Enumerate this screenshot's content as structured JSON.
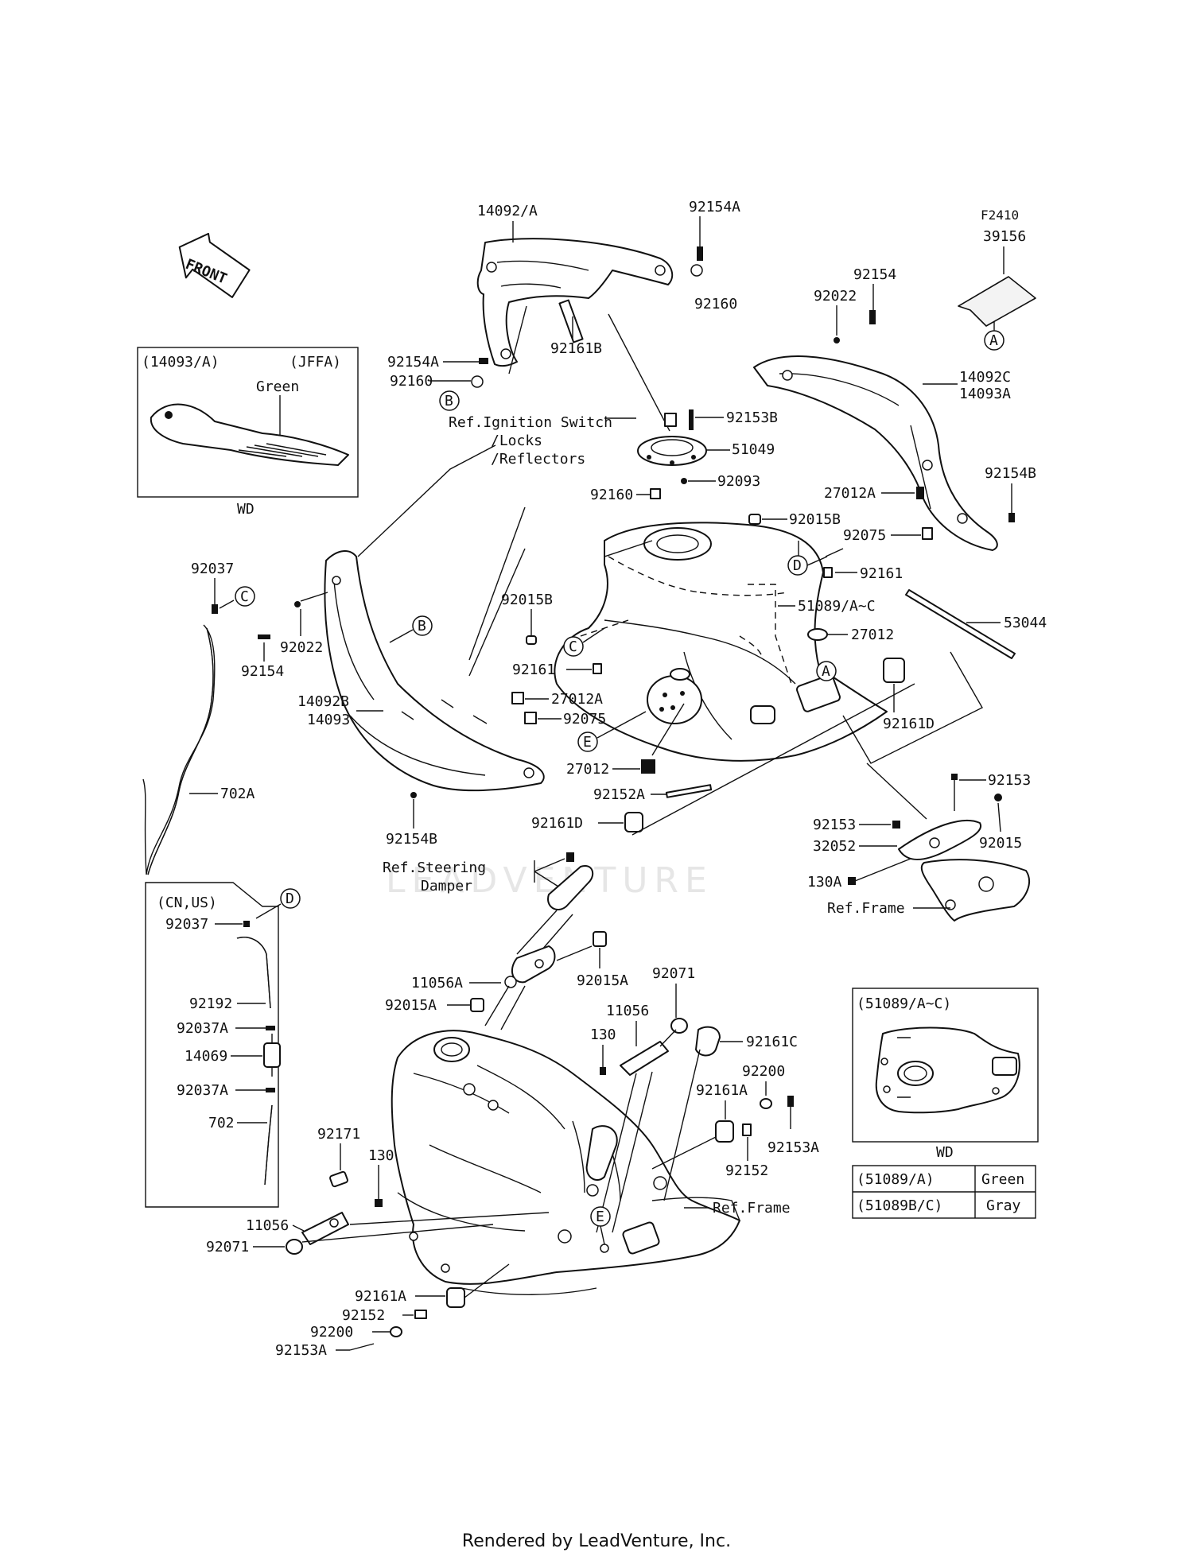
{
  "watermark": "LEADVENTURE",
  "footer": "Rendered by LeadVenture, Inc.",
  "front_arrow": "FRONT",
  "inset_jffa": {
    "part": "(14093/A)",
    "region": "(JFFA)",
    "color": "Green",
    "note": "WD"
  },
  "inset_cnus": {
    "region": "(CN,US)"
  },
  "inset_tank": {
    "title": "(51089/A~C)",
    "note": "WD",
    "rows": [
      {
        "part": "(51089/A)",
        "color": "Green"
      },
      {
        "part": "(51089B/C)",
        "color": "Gray"
      }
    ]
  },
  "ref_labels": {
    "ignition_1": "Ref.Ignition Switch",
    "ignition_2": "/Locks",
    "ignition_3": "/Reflectors",
    "steering_1": "Ref.Steering",
    "steering_2": "Damper",
    "frame_upper": "Ref.Frame",
    "frame_lower": "Ref.Frame"
  },
  "callouts": {
    "A": "A",
    "B": "B",
    "C": "C",
    "D": "D",
    "E": "E"
  },
  "labels": {
    "l14092A": "14092/A",
    "l92154A_top": "92154A",
    "l92160_top": "92160",
    "l92161B": "92161B",
    "l92154A_left": "92154A",
    "l92160_left": "92160",
    "lF2410": "F2410",
    "l39156": "39156",
    "l92154_r": "92154",
    "l92022_r": "92022",
    "l14092C": "14092C",
    "l14093A": "14093A",
    "l92153B": "92153B",
    "l51049": "51049",
    "l92093": "92093",
    "l92160_mid": "92160",
    "l92154B_r": "92154B",
    "l27012A_r": "27012A",
    "l92015B_r": "92015B",
    "l92075_r": "92075",
    "l92161_r": "92161",
    "l51089": "51089/A~C",
    "l53044": "53044",
    "l92015B_l": "92015B",
    "l27012_r": "27012",
    "l92161_l": "92161",
    "l92161D_r": "92161D",
    "l92037_top": "92037",
    "l92154_l": "92154",
    "l92022_l": "92022",
    "l14092B": "14092B",
    "l14093": "14093",
    "l27012A_l": "27012A",
    "l92075_l": "92075",
    "l702A": "702A",
    "l92154B_l": "92154B",
    "l27012_l": "27012",
    "l92152A": "92152A",
    "l92161D_l": "92161D",
    "l92153_a": "92153",
    "l92153_b": "92153",
    "l32052": "32052",
    "l92015": "92015",
    "l130A": "130A",
    "l92037_in": "92037",
    "l92192": "92192",
    "l92037A_1": "92037A",
    "l14069": "14069",
    "l92037A_2": "92037A",
    "l702": "702",
    "l92015A_r": "92015A",
    "l11056A": "11056A",
    "l92015A_l": "92015A",
    "l92071_r": "92071",
    "l11056_r": "11056",
    "l130_r": "130",
    "l92161C": "92161C",
    "l92200_r": "92200",
    "l92161A_r": "92161A",
    "l92153A_r": "92153A",
    "l92152_r": "92152",
    "l92171": "92171",
    "l130_l": "130",
    "l11056_l": "11056",
    "l92071_l": "92071",
    "l92161A_l": "92161A",
    "l92152_l": "92152",
    "l92200_l": "92200",
    "l92153A_l": "92153A"
  }
}
